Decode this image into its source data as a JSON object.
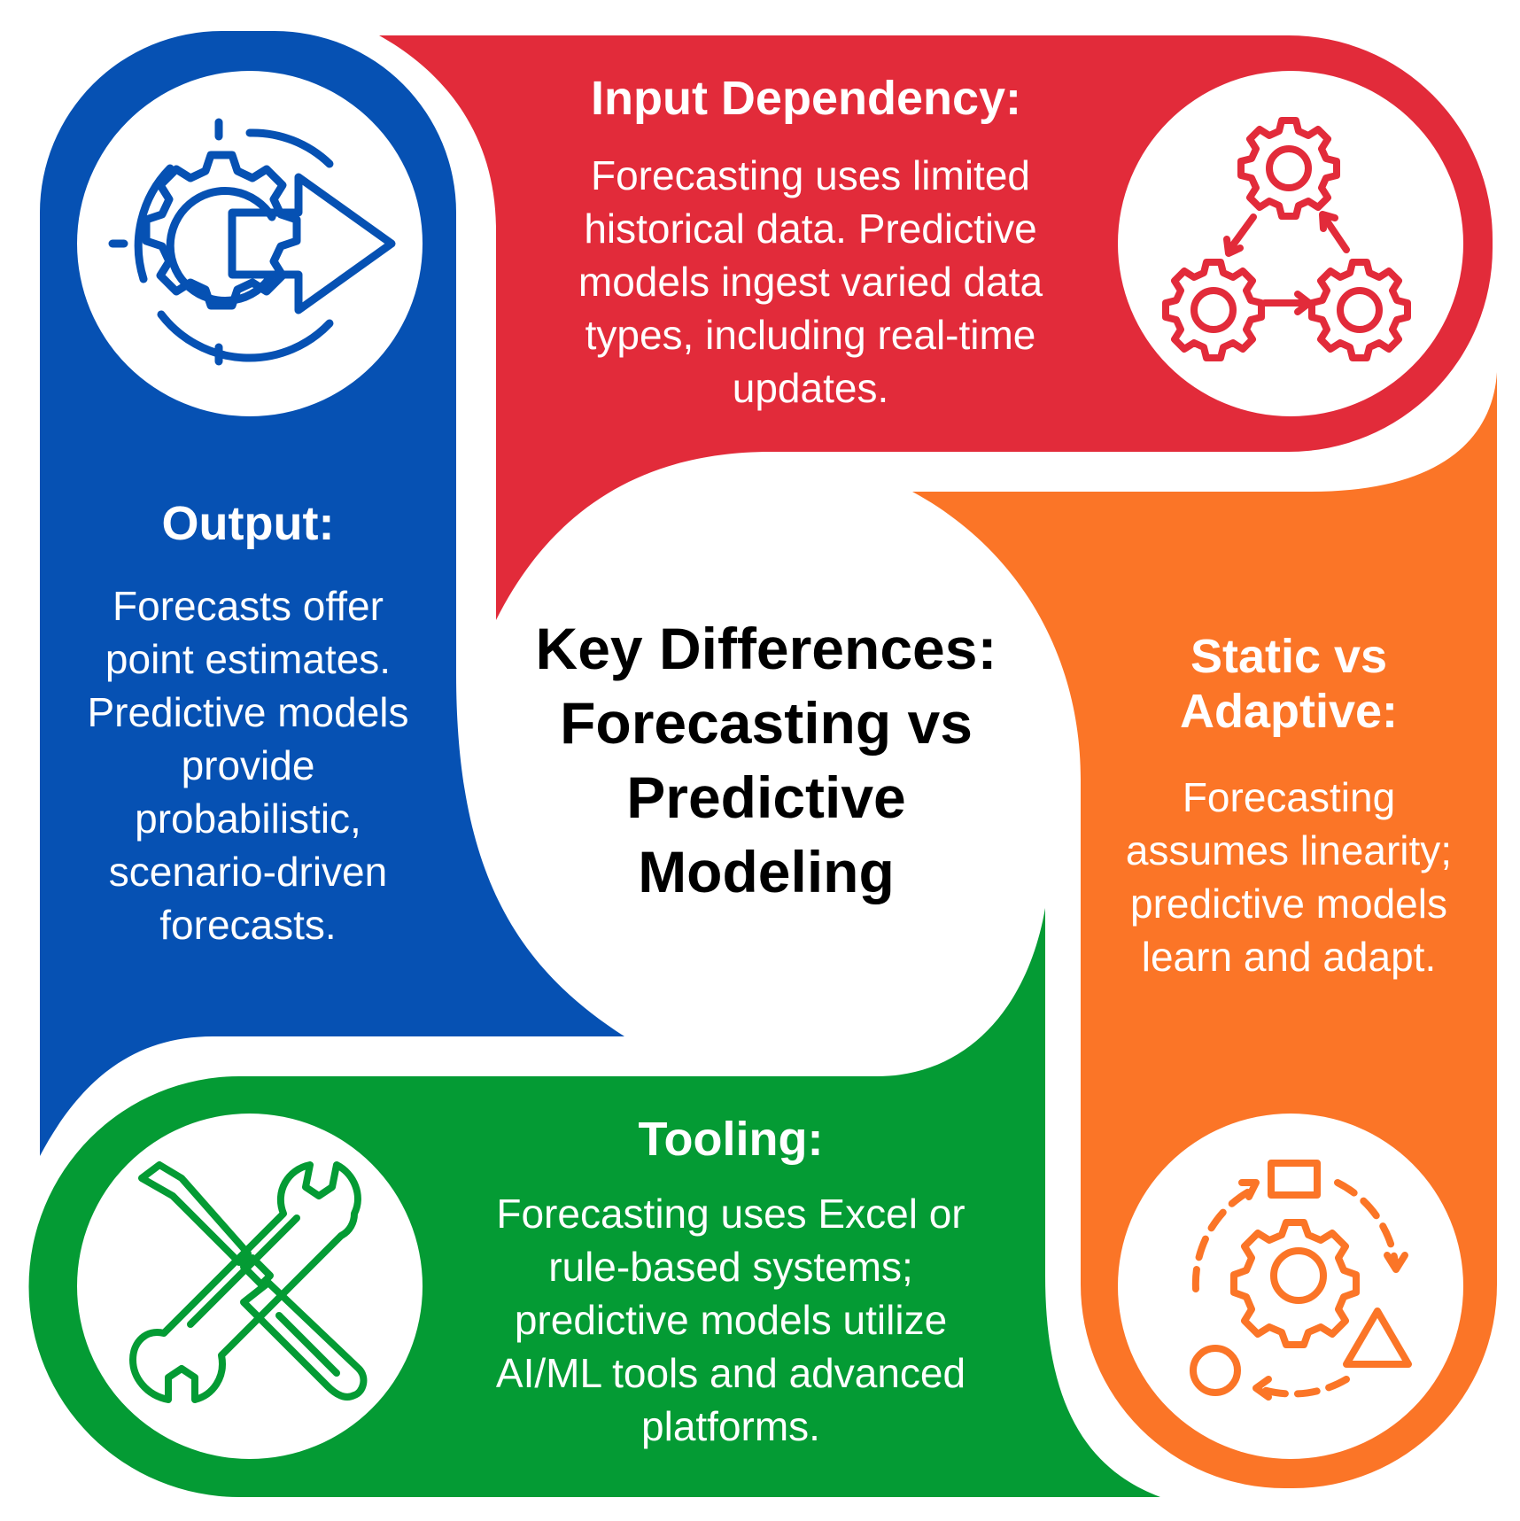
{
  "colors": {
    "output": "#0651b3",
    "input": "#e22b3a",
    "adaptive": "#fb7527",
    "tooling": "#049b34",
    "center_text": "#000000",
    "icon_fill": "#ffffff"
  },
  "center": {
    "title": "Key Differences: Forecasting vs Predictive Modeling"
  },
  "input_dependency": {
    "heading": "Input Dependency:",
    "body": "Forecasting uses limited historical data. Predictive models ingest varied data types, including real-time updates.",
    "icon": "gears-cycle-icon"
  },
  "output": {
    "heading": "Output:",
    "body": "Forecasts offer point estimates. Predictive models provide probabilistic, scenario-driven forecasts.",
    "icon": "gear-arrow-icon"
  },
  "static_adaptive": {
    "heading": "Static vs Adaptive:",
    "body": "Forecasting assumes linearity; predictive models learn and adapt.",
    "icon": "adaptive-cycle-icon"
  },
  "tooling": {
    "heading": "Tooling:",
    "body": "Forecasting uses Excel or rule-based systems; predictive models utilize AI/ML tools and advanced platforms.",
    "icon": "wrench-screwdriver-icon"
  }
}
